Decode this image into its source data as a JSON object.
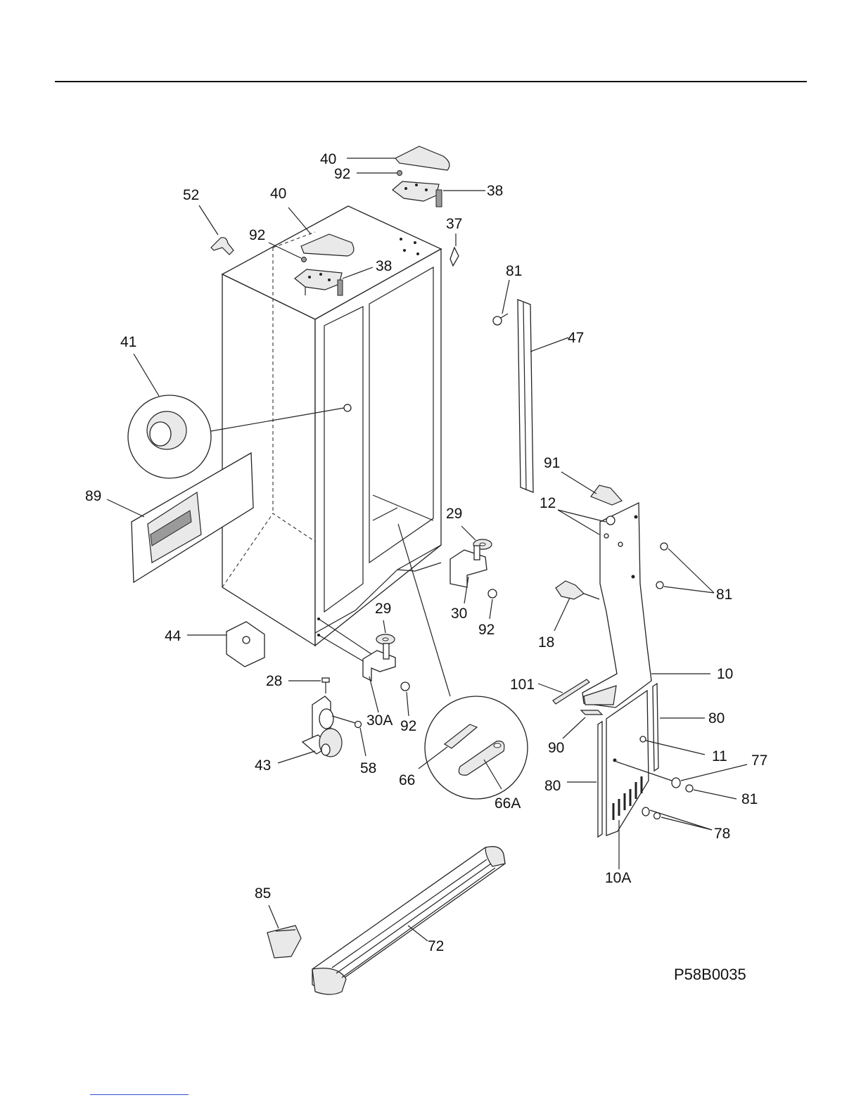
{
  "diagram": {
    "drawing_code": "P58B0035",
    "part_labels": [
      "40",
      "92",
      "38",
      "52",
      "40",
      "92",
      "38",
      "37",
      "81",
      "47",
      "41",
      "89",
      "91",
      "12",
      "81",
      "18",
      "10",
      "29",
      "30",
      "92",
      "29",
      "44",
      "28",
      "30A",
      "92",
      "43",
      "58",
      "66",
      "66A",
      "101",
      "90",
      "80",
      "11",
      "77",
      "80",
      "81",
      "78",
      "10A",
      "85",
      "72"
    ]
  }
}
